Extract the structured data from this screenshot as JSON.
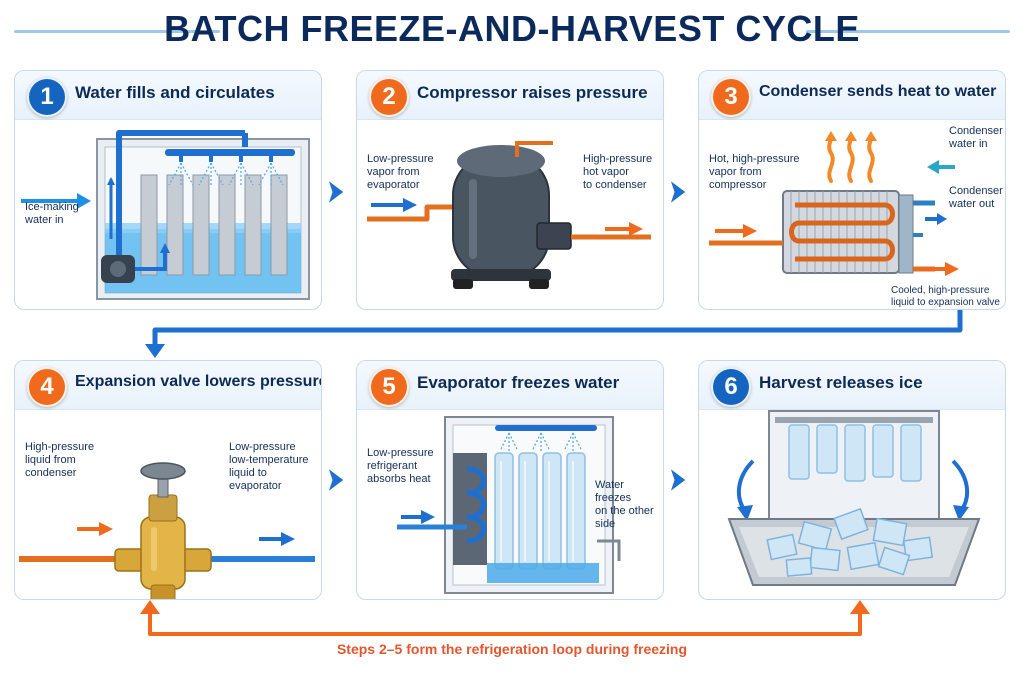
{
  "title": "BATCH FREEZE-AND-HARVEST CYCLE",
  "colors": {
    "blue": "#1e6fd0",
    "orange": "#f06a1e",
    "navy": "#0b2a5b",
    "water": "#5bb8f0"
  },
  "steps": [
    {
      "number": "1",
      "title": "Water fills and circulates",
      "badge_color": "#1565c0",
      "labels": [
        "Ice-making\nwater in"
      ]
    },
    {
      "number": "2",
      "title": "Compressor raises pressure",
      "badge_color": "#f06a1e",
      "labels": [
        "Low-pressure\nvapor from\nevaporator",
        "High-pressure\nhot vapor\nto condenser"
      ]
    },
    {
      "number": "3",
      "title": "Condenser sends heat to water",
      "badge_color": "#f06a1e",
      "labels": [
        "Hot, high-pressure\nvapor from\ncompressor",
        "Condenser\nwater in",
        "Condenser\nwater out",
        "Cooled, high-pressure\nliquid to expansion valve"
      ]
    },
    {
      "number": "4",
      "title": "Expansion valve lowers pressure",
      "badge_color": "#f06a1e",
      "labels": [
        "High-pressure\nliquid from\ncondenser",
        "Low-pressure\nlow-temperature\nliquid to evaporator"
      ]
    },
    {
      "number": "5",
      "title": "Evaporator freezes water",
      "badge_color": "#f06a1e",
      "labels": [
        "Low-pressure\nrefrigerant\nabsorbs heat",
        "Water freezes\non the other\nside"
      ]
    },
    {
      "number": "6",
      "title": "Harvest releases ice",
      "badge_color": "#1565c0",
      "labels": []
    }
  ],
  "footer": "Steps 2–5 form the refrigeration loop during freezing"
}
